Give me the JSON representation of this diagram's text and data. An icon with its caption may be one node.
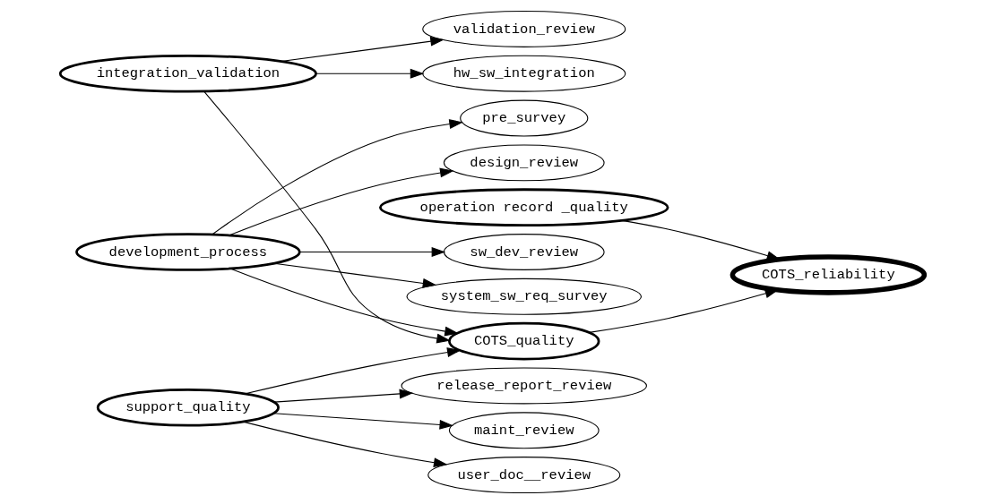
{
  "diagram": {
    "nodes": [
      {
        "text": [
          "integration_validation"
        ]
      },
      {
        "text": [
          "development_process"
        ]
      },
      {
        "text": [
          "system_sw_req_survey"
        ]
      },
      {
        "text": [
          "hw_sw_integration"
        ]
      },
      {
        "text": [
          "validation_review"
        ]
      },
      {
        "text": [
          "COTS_quality"
        ]
      },
      {
        "text": [
          "pre_survey"
        ]
      },
      {
        "text": [
          "design_review"
        ]
      },
      {
        "text": [
          "sw_dev_review"
        ]
      },
      {
        "text": [
          "support_quality"
        ]
      },
      {
        "text": [
          "COTS_reliability"
        ]
      },
      {
        "text": [
          "release_report_review"
        ]
      },
      {
        "text": [
          "maint_review"
        ]
      },
      {
        "text": [
          "user_doc__review"
        ]
      },
      {
        "text": [
          "operation record _quality"
        ]
      }
    ],
    "edges": [
      {
        "from": 0,
        "to": 3,
        "arrow": "to"
      },
      {
        "from": 0,
        "to": 4,
        "arrow": "to"
      },
      {
        "from": 0,
        "to": 5,
        "arrow": "to"
      },
      {
        "from": 1,
        "to": 5,
        "arrow": "to"
      },
      {
        "from": 1,
        "to": 2,
        "arrow": "to"
      },
      {
        "from": 1,
        "to": 6,
        "arrow": "to"
      },
      {
        "from": 1,
        "to": 7,
        "arrow": "to"
      },
      {
        "from": 1,
        "to": 8,
        "arrow": "to"
      },
      {
        "from": 9,
        "to": 5,
        "arrow": "to"
      },
      {
        "from": 5,
        "to": 10,
        "arrow": "to"
      },
      {
        "from": 9,
        "to": 11,
        "arrow": "to"
      },
      {
        "from": 9,
        "to": 12,
        "arrow": "to"
      },
      {
        "from": 9,
        "to": 13,
        "arrow": "to"
      },
      {
        "from": 14,
        "to": 10,
        "arrow": "to"
      }
    ]
  }
}
